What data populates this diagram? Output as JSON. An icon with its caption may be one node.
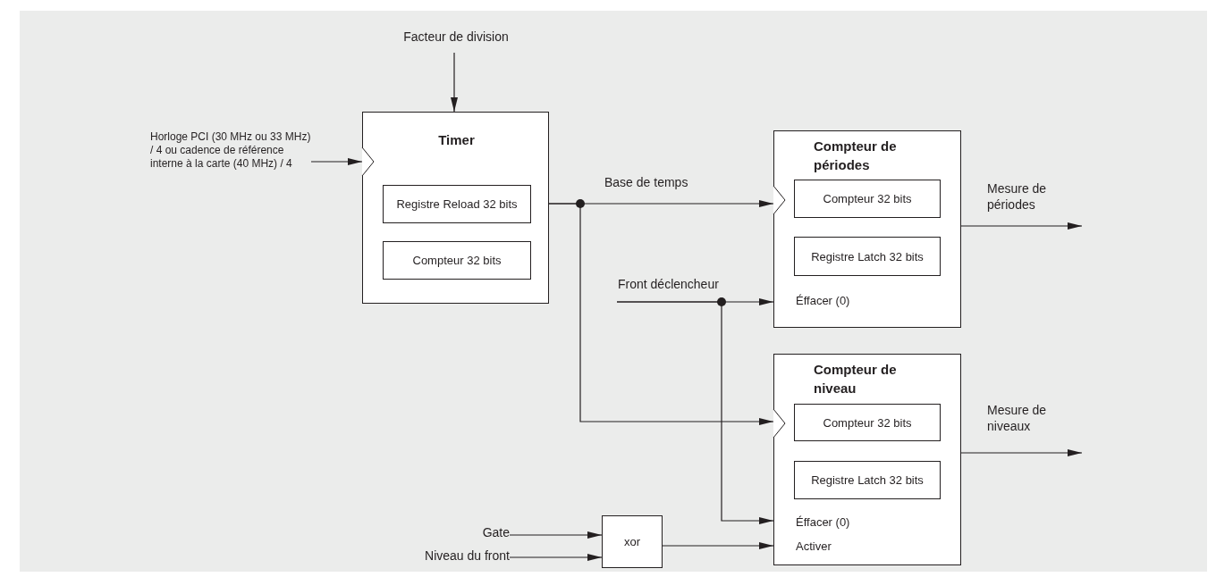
{
  "diagram": {
    "nodes": [
      {
        "text": [
          "Facteur de division"
        ]
      },
      {
        "text": [
          "Horloge PCI (30 MHz ou 33 MHz) / 4 ou cadence de référence interne à la carte (40 MHz) / 4"
        ]
      },
      {
        "text": [
          "Timer"
        ]
      },
      {
        "text": [
          "Registre Reload 32 bits"
        ],
        "in": 2
      },
      {
        "text": [
          "Compteur 32 bits"
        ],
        "in": 2
      },
      {
        "text": [
          "Compteur de périodes",
          "Éffacer (0)"
        ]
      },
      {
        "text": [
          "Compteur 32 bits"
        ],
        "in": 5
      },
      {
        "text": [
          "Registre Latch 32 bits"
        ],
        "in": 5
      },
      {
        "text": [
          "Compteur de niveau",
          "Éffacer (0)",
          "Activer"
        ]
      },
      {
        "text": [
          "Compteur 32 bits"
        ],
        "in": 8
      },
      {
        "text": [
          "Registre Latch 32 bits"
        ],
        "in": 8
      },
      {
        "text": [
          "Gate"
        ]
      },
      {
        "text": [
          "Niveau du front"
        ]
      },
      {
        "text": [
          "xor"
        ]
      }
    ],
    "edges": [
      {
        "from": 0,
        "to": 2,
        "arrow": "to"
      },
      {
        "from": 1,
        "to": 2,
        "arrow": "to"
      },
      {
        "from": 2,
        "to": 5,
        "arrow": "to",
        "label": "Base de temps"
      },
      {
        "from": 2,
        "to": 8,
        "arrow": "to"
      },
      {
        "from": 5,
        "to": null,
        "arrow": "to",
        "label": "Mesure de périodes"
      },
      {
        "from": null,
        "to": 5,
        "arrow": "to",
        "label": "Front déclencheur"
      },
      {
        "from": null,
        "to": 8,
        "arrow": "to"
      },
      {
        "from": 8,
        "to": null,
        "arrow": "to",
        "label": "Mesure de niveaux"
      },
      {
        "from": 11,
        "to": 13,
        "arrow": "to"
      },
      {
        "from": 12,
        "to": 13,
        "arrow": "to"
      },
      {
        "from": 13,
        "to": 8,
        "arrow": "to"
      }
    ]
  }
}
